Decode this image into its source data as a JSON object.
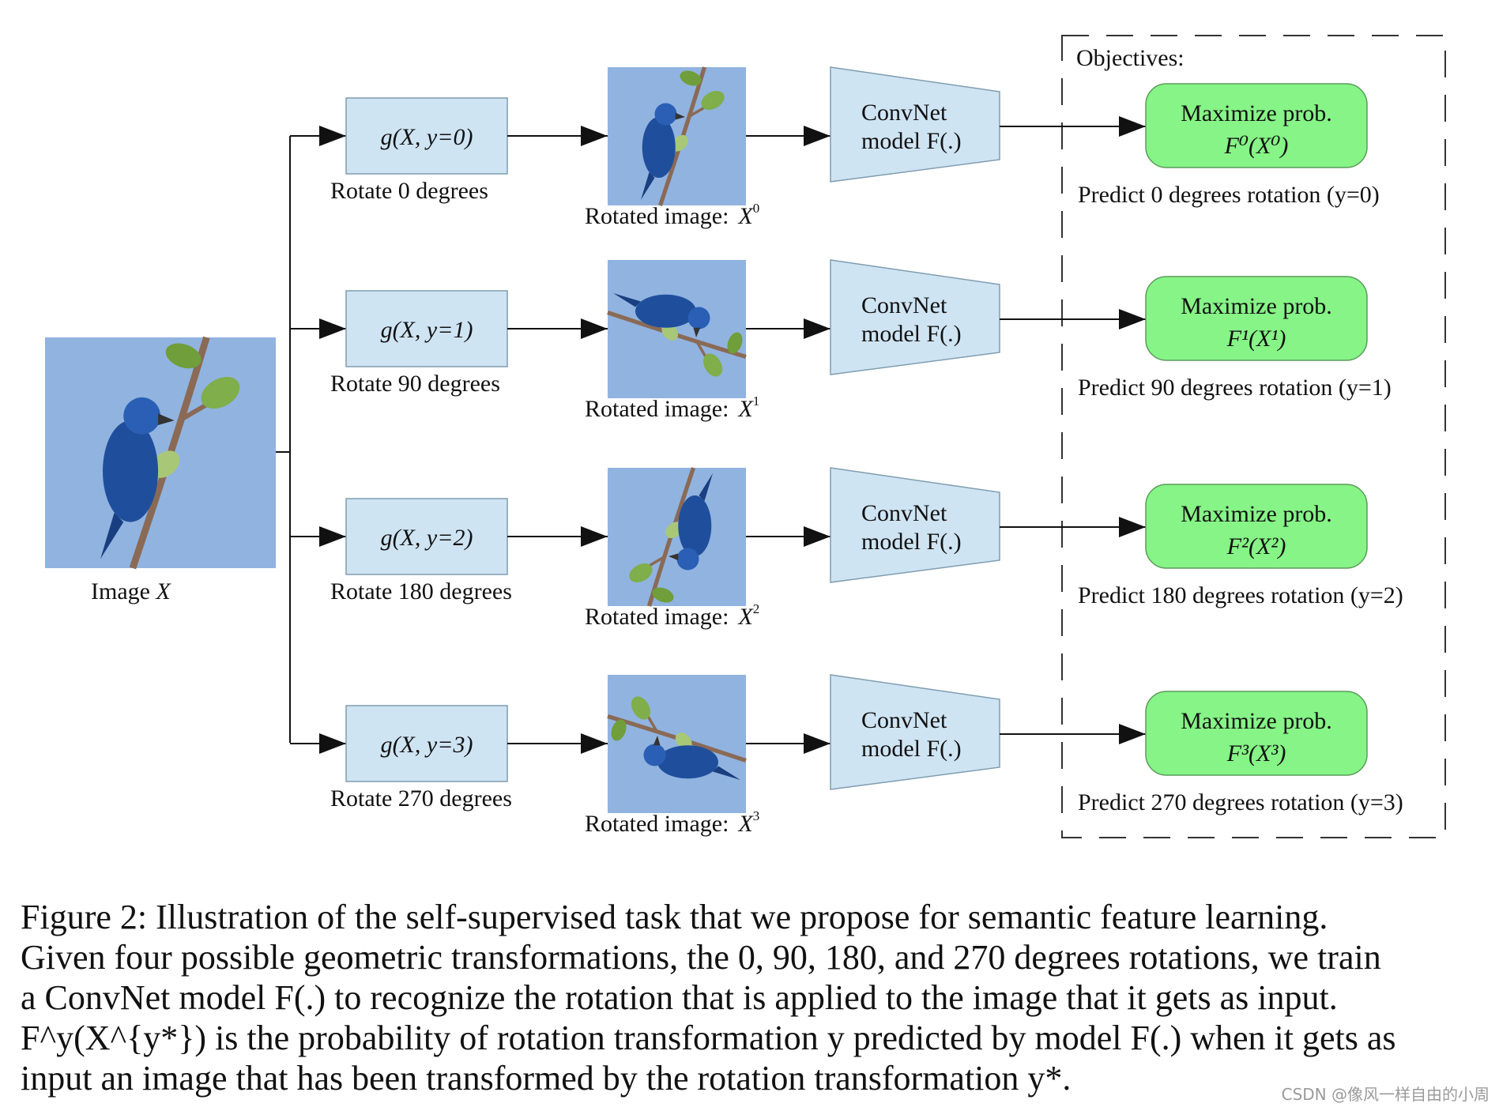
{
  "source_image": {
    "label_prefix": "Image",
    "label_var": "X"
  },
  "objectives_title": "Objectives:",
  "rows": [
    {
      "transform_label": "g(X, y=0)",
      "rotate_label": "Rotate 0 degrees",
      "rotated_prefix": "Rotated image:",
      "rotated_var": "X",
      "rotated_sup": "0",
      "rotation_deg": 0,
      "convnet_line1": "ConvNet",
      "convnet_line2": "model F(.)",
      "objective_line1": "Maximize prob.",
      "objective_line2": "F⁰(X⁰)",
      "predict_label": "Predict 0 degrees rotation (y=0)"
    },
    {
      "transform_label": "g(X, y=1)",
      "rotate_label": "Rotate 90 degrees",
      "rotated_prefix": "Rotated image:",
      "rotated_var": "X",
      "rotated_sup": "1",
      "rotation_deg": 90,
      "convnet_line1": "ConvNet",
      "convnet_line2": "model F(.)",
      "objective_line1": "Maximize prob.",
      "objective_line2": "F¹(X¹)",
      "predict_label": "Predict 90 degrees rotation (y=1)"
    },
    {
      "transform_label": "g(X, y=2)",
      "rotate_label": "Rotate 180 degrees",
      "rotated_prefix": "Rotated image:",
      "rotated_var": "X",
      "rotated_sup": "2",
      "rotation_deg": 180,
      "convnet_line1": "ConvNet",
      "convnet_line2": "model F(.)",
      "objective_line1": "Maximize prob.",
      "objective_line2": "F²(X²)",
      "predict_label": "Predict 180 degrees rotation (y=2)"
    },
    {
      "transform_label": "g(X, y=3)",
      "rotate_label": "Rotate 270 degrees",
      "rotated_prefix": "Rotated image:",
      "rotated_var": "X",
      "rotated_sup": "3",
      "rotation_deg": 270,
      "convnet_line1": "ConvNet",
      "convnet_line2": "model F(.)",
      "objective_line1": "Maximize prob.",
      "objective_line2": "F³(X³)",
      "predict_label": "Predict 270 degrees rotation (y=3)"
    }
  ],
  "caption": {
    "line1": "Figure 2:  Illustration of the self-supervised task that we propose for semantic feature learning.",
    "line2": "Given four possible geometric transformations, the 0, 90, 180, and 270 degrees rotations, we train",
    "line3": "a ConvNet model F(.) to recognize the rotation that is applied to the image that it gets as input.",
    "line4": "F^y(X^{y*}) is the probability of rotation transformation y predicted by model F(.) when it gets as",
    "line5": "input an image that has been transformed by the rotation transformation y*."
  },
  "watermark": "CSDN @像风一样自由的小周",
  "colors": {
    "sky": "#91b3e0",
    "transform_box": "#cfe4f3",
    "objective_box": "#86f486",
    "bird": "#1f4f9c"
  }
}
